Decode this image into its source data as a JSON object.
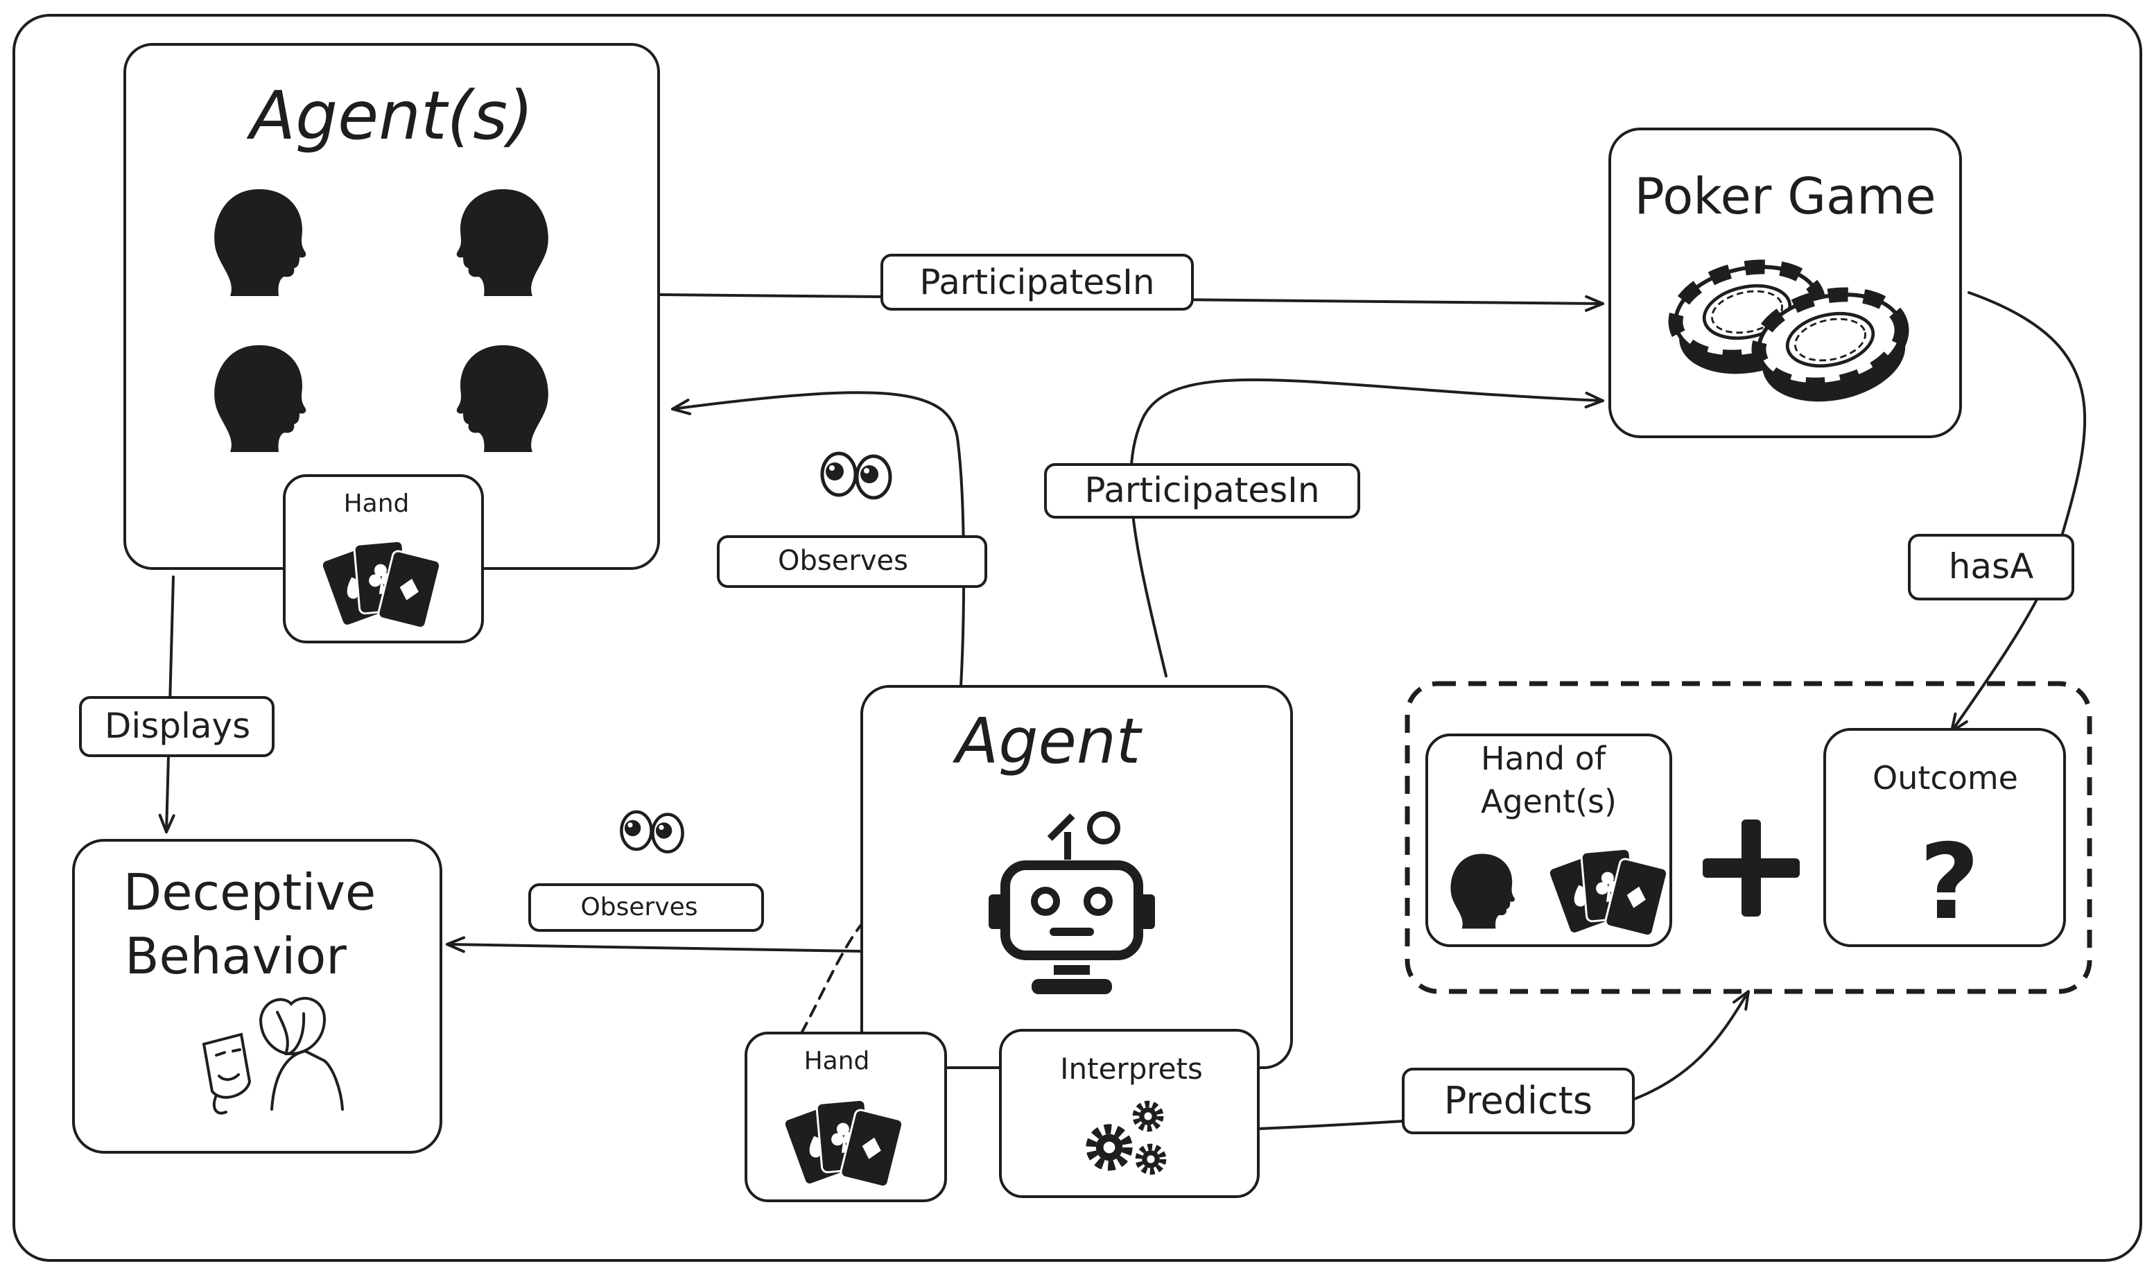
{
  "nodes": {
    "agents": {
      "title": "Agent(s)"
    },
    "poker_game": {
      "title": "Poker Game"
    },
    "deceptive_behavior": {
      "line1": "Deceptive",
      "line2": "Behavior"
    },
    "agent": {
      "title": "Agent"
    },
    "hand_top": {
      "label": "Hand"
    },
    "hand_bottom": {
      "label": "Hand"
    },
    "interprets": {
      "label": "Interprets"
    },
    "hand_of_agents": {
      "line1": "Hand of",
      "line2": "Agent(s)"
    },
    "outcome": {
      "label": "Outcome",
      "symbol": "?"
    },
    "plus": {
      "symbol": "+"
    }
  },
  "edges": {
    "participates_in_top": "ParticipatesIn",
    "participates_in_mid": "ParticipatesIn",
    "observes_top": "Observes",
    "observes_bottom": "Observes",
    "displays": "Displays",
    "has_a": "hasA",
    "predicts": "Predicts"
  },
  "icons": [
    "head-icon",
    "poker-chips-icon",
    "playing-cards-icon",
    "eyes-icon",
    "robot-icon",
    "gears-icon",
    "mask-person-icon",
    "question-mark-icon",
    "plus-icon"
  ],
  "colors": {
    "ink": "#1e1e1e",
    "background": "#ffffff"
  }
}
